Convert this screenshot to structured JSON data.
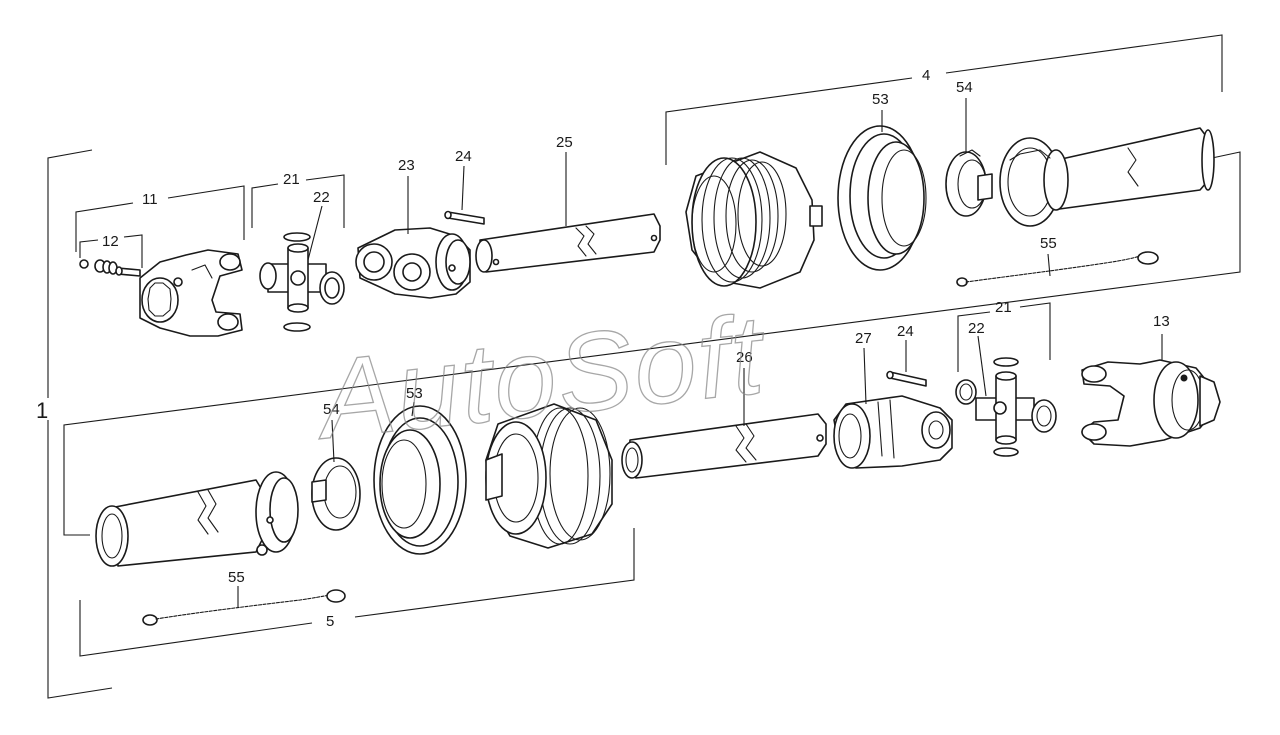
{
  "watermark": "AutoSoft",
  "callouts": {
    "c1": "1",
    "c4": "4",
    "c5": "5",
    "c11": "11",
    "c12": "12",
    "c13": "13",
    "c21a": "21",
    "c21b": "21",
    "c22a": "22",
    "c22b": "22",
    "c23": "23",
    "c24a": "24",
    "c24b": "24",
    "c25": "25",
    "c26": "26",
    "c27": "27",
    "c53a": "53",
    "c53b": "53",
    "c54a": "54",
    "c54b": "54",
    "c55a": "55",
    "c55b": "55"
  }
}
